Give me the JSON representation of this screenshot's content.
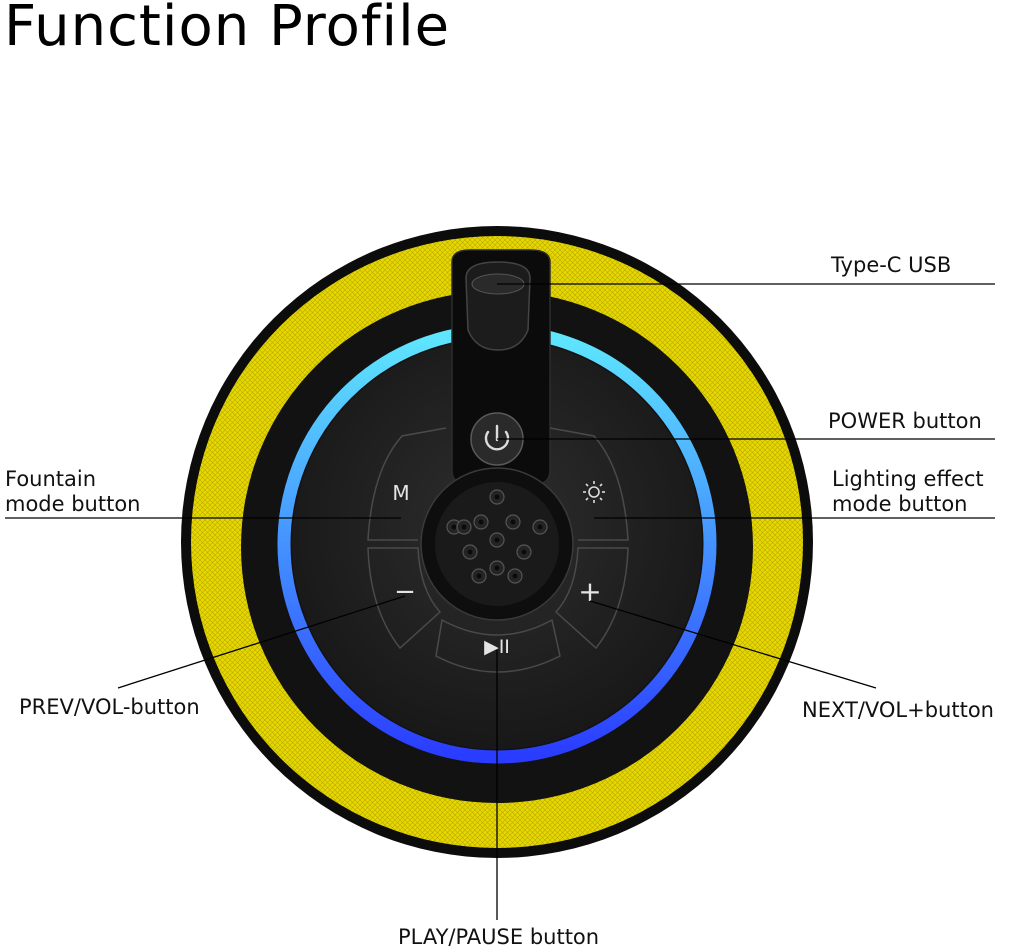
{
  "title": "Function Profile",
  "device": {
    "colors": {
      "fabric_ring": "#e6d800",
      "fabric_shadow": "#b8a800",
      "body": "#141414",
      "face": "#262626",
      "led_top": "#5fe8ff",
      "led_bottom": "#2a3cff",
      "button_text": "#e4e4e4"
    },
    "buttons": {
      "mode": "M",
      "minus": "−",
      "plus": "+",
      "play_pause": "▶II"
    },
    "icons": [
      "power-icon",
      "sun-icon",
      "suction-cup-icon",
      "usb-cap-icon"
    ]
  },
  "labels": {
    "type_c": "Type-C USB",
    "power": "POWER button",
    "fountain_line1": "Fountain",
    "fountain_line2": "mode button",
    "lighting_line1": "Lighting effect",
    "lighting_line2": "mode button",
    "prev": "PREV/VOL-button",
    "next": "NEXT/VOL+button",
    "play": "PLAY/PAUSE button"
  }
}
